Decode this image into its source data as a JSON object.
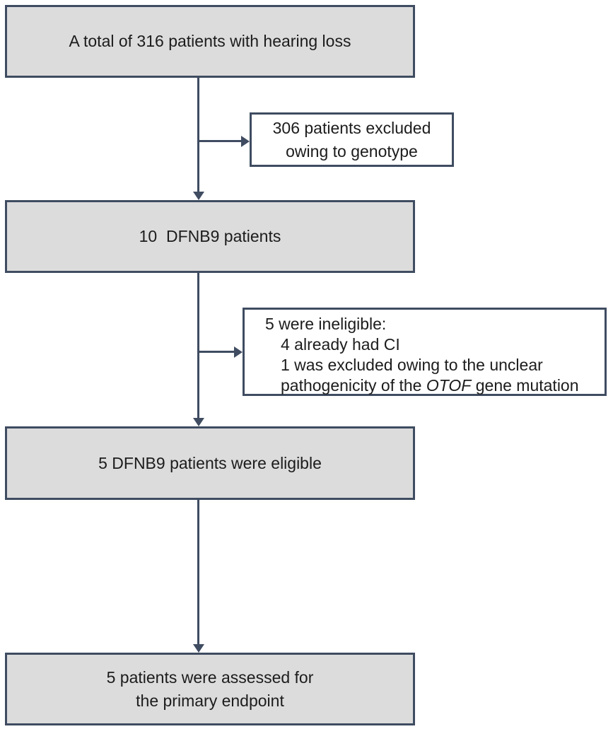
{
  "diagram": {
    "type": "patient-flow",
    "colors": {
      "border": "#3f4c61",
      "box_fill": "#dcdcdc",
      "side_box_fill": "#ffffff",
      "text": "#1c1c1c"
    },
    "boxes": {
      "total": {
        "text": "A total of 316 patients with hearing loss"
      },
      "excluded_genotype": {
        "line1": "306 patients excluded",
        "line2": "owing to genotype"
      },
      "dfnb9": {
        "text": "10  DFNB9 patients"
      },
      "ineligible": {
        "heading": "5 were ineligible:",
        "item1": "4 already had CI",
        "item2_pre": "1 was excluded owing to the unclear pathogenicity of the ",
        "item2_italic": "OTOF",
        "item2_post": " gene mutation"
      },
      "eligible": {
        "text": "5 DFNB9 patients were eligible"
      },
      "assessed": {
        "line1": "5 patients were assessed for",
        "line2": "the primary endpoint"
      }
    }
  }
}
